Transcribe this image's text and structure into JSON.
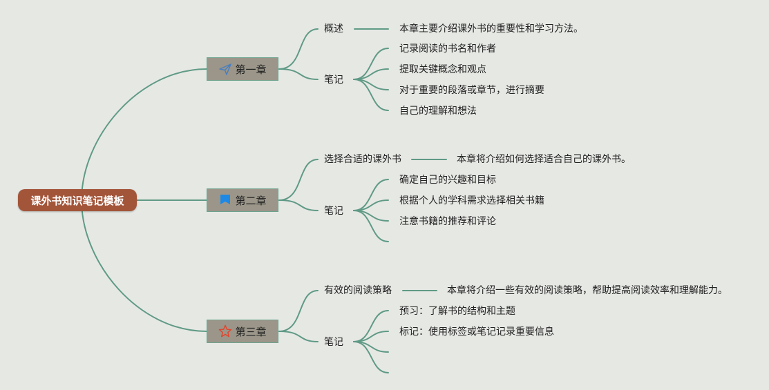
{
  "root": {
    "label": "课外书知识笔记模板"
  },
  "colors": {
    "link": "#5f9a86",
    "root_bg": "#a3553a",
    "chapter_bg": "#9b9689",
    "paper_plane": "#4a7fc0",
    "flag": "#1e88e5",
    "star": "#e0452e"
  },
  "chapters": [
    {
      "title": "第一章",
      "icon": "paper-plane-icon",
      "intro": {
        "label": "概述",
        "text": "本章主要介绍课外书的重要性和学习方法。"
      },
      "notes": {
        "label": "笔记",
        "items": [
          "记录阅读的书名和作者",
          "提取关键概念和观点",
          "对于重要的段落或章节，进行摘要",
          "自己的理解和想法"
        ]
      }
    },
    {
      "title": "第二章",
      "icon": "flag-icon",
      "intro": {
        "label": "选择合适的课外书",
        "text": "本章将介绍如何选择适合自己的课外书。"
      },
      "notes": {
        "label": "笔记",
        "items": [
          "确定自己的兴趣和目标",
          "根据个人的学科需求选择相关书籍",
          "注意书籍的推荐和评论",
          ""
        ]
      }
    },
    {
      "title": "第三章",
      "icon": "star-icon",
      "intro": {
        "label": "有效的阅读策略",
        "text": "本章将介绍一些有效的阅读策略，帮助提高阅读效率和理解能力。"
      },
      "notes": {
        "label": "笔记",
        "items": [
          "预习：了解书的结构和主题",
          "标记：使用标签或笔记记录重要信息",
          "",
          ""
        ]
      }
    }
  ]
}
